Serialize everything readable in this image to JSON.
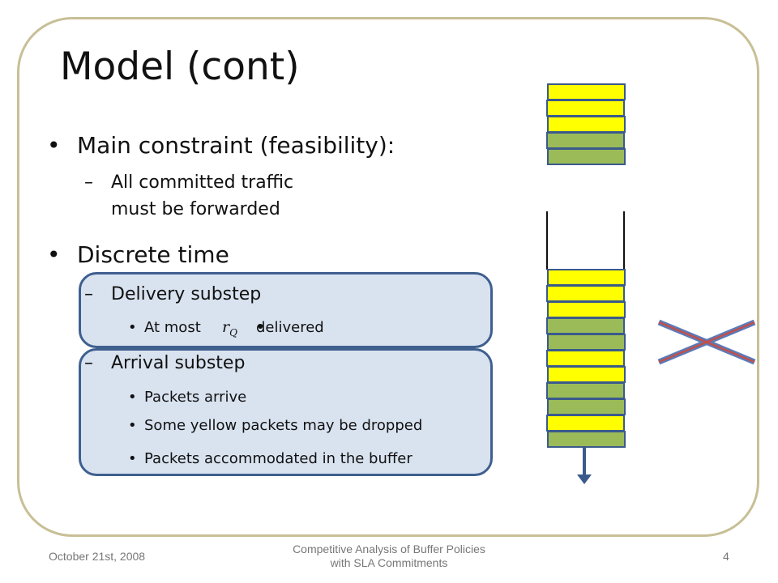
{
  "slide": {
    "title": "Model (cont)",
    "bullets": [
      {
        "text": "Main constraint (feasibility):",
        "sub": [
          {
            "lines": [
              "All committed traffic",
              "must be forwarded"
            ]
          }
        ]
      },
      {
        "text": "Discrete time",
        "sub": [
          {
            "text": "Delivery substep",
            "items": [
              {
                "prefix": "At most",
                "suffix": "delivered"
              }
            ]
          },
          {
            "text": "Arrival substep",
            "items": [
              "Packets arrive",
              "Some yellow packets may be dropped",
              "Packets accommodated in the buffer"
            ]
          }
        ]
      }
    ],
    "math": {
      "symbol": "r",
      "subscript": "Q"
    }
  },
  "figure": {
    "incoming_packets": [
      "yellow",
      "yellow",
      "yellow",
      "green",
      "green"
    ],
    "buffer_packets": [
      "yellow",
      "yellow",
      "yellow",
      "green",
      "green",
      "yellow",
      "yellow",
      "green",
      "green",
      "yellow",
      "green"
    ],
    "colors": {
      "yellow": "#ffff00",
      "green": "#9bbb59",
      "packet_border": "#3a5a8c",
      "arrow": "#3a5a8c",
      "cross_outer": "#5b7bb8",
      "cross_inner": "#c0504d",
      "box_fill": "#d9e3f0",
      "box_border": "#3f5f8f",
      "frame": "#c8bf96"
    }
  },
  "footer": {
    "date": "October 21st, 2008",
    "title_line1": "Competitive Analysis of Buffer Policies",
    "title_line2": "with SLA Commitments",
    "page": "4"
  }
}
